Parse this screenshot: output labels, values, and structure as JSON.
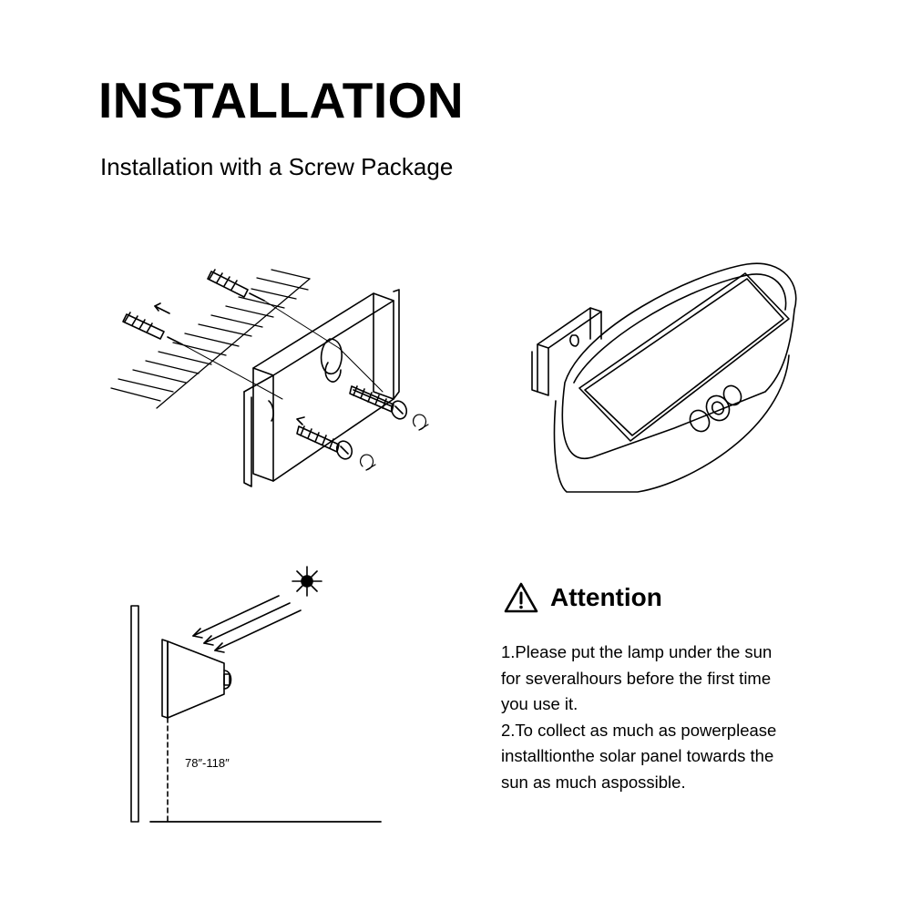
{
  "title": "INSTALLATION",
  "subtitle": "Installation with a Screw Package",
  "attention": {
    "icon": "warning-triangle-icon",
    "heading": "Attention",
    "lines": [
      "1.Please put the lamp under the sun",
      "for severalhours before the first time",
      "you use it.",
      "2.To collect as much as powerplease",
      "installtionthe solar panel towards the",
      "sun as much aspossible."
    ]
  },
  "mounting_height_label": "78″-118″",
  "colors": {
    "ink": "#000000",
    "background": "#ffffff"
  }
}
